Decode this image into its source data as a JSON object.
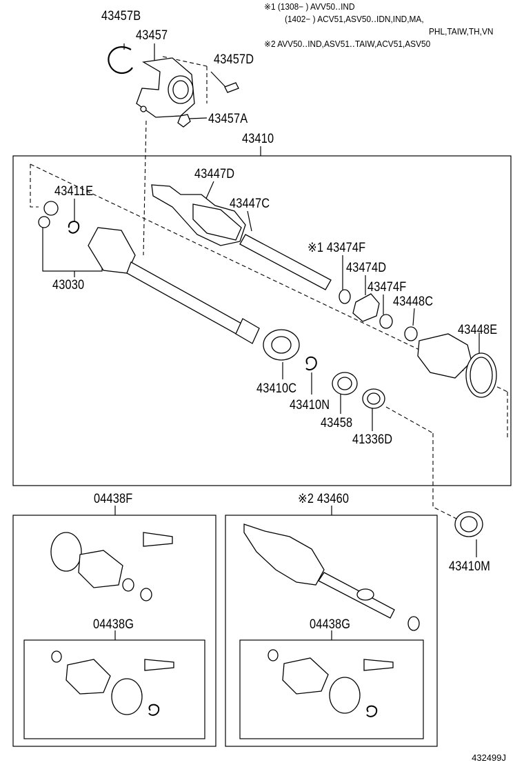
{
  "notes": {
    "n1_line1": "※1 (1308−    ) AVV50‥IND",
    "n1_line2": "(1402−    ) ACV51,ASV50‥IDN,IND,MA,",
    "n1_line3": "PHL,TAIW,TH,VN",
    "n2": "※2 AVV50‥IND,ASV51‥TAIW,ACV51,ASV50"
  },
  "parts": {
    "p43457B": "43457B",
    "p43457": "43457",
    "p43457D": "43457D",
    "p43457A": "43457A",
    "p43410": "43410",
    "p43447D": "43447D",
    "p43411E": "43411E",
    "p43447C": "43447C",
    "p43474F_a": "※1 43474F",
    "p43474D": "43474D",
    "p43474F_b": "43474F",
    "p43448C": "43448C",
    "p43448E": "43448E",
    "p43030": "43030",
    "p43410C": "43410C",
    "p43410N": "43410N",
    "p43458": "43458",
    "p41336D": "41336D",
    "p04438F": "04438F",
    "p43460": "※2 43460",
    "p43410M": "43410M",
    "p04438G_left": "04438G",
    "p04438G_right": "04438G"
  },
  "diagram_code": "432499J"
}
